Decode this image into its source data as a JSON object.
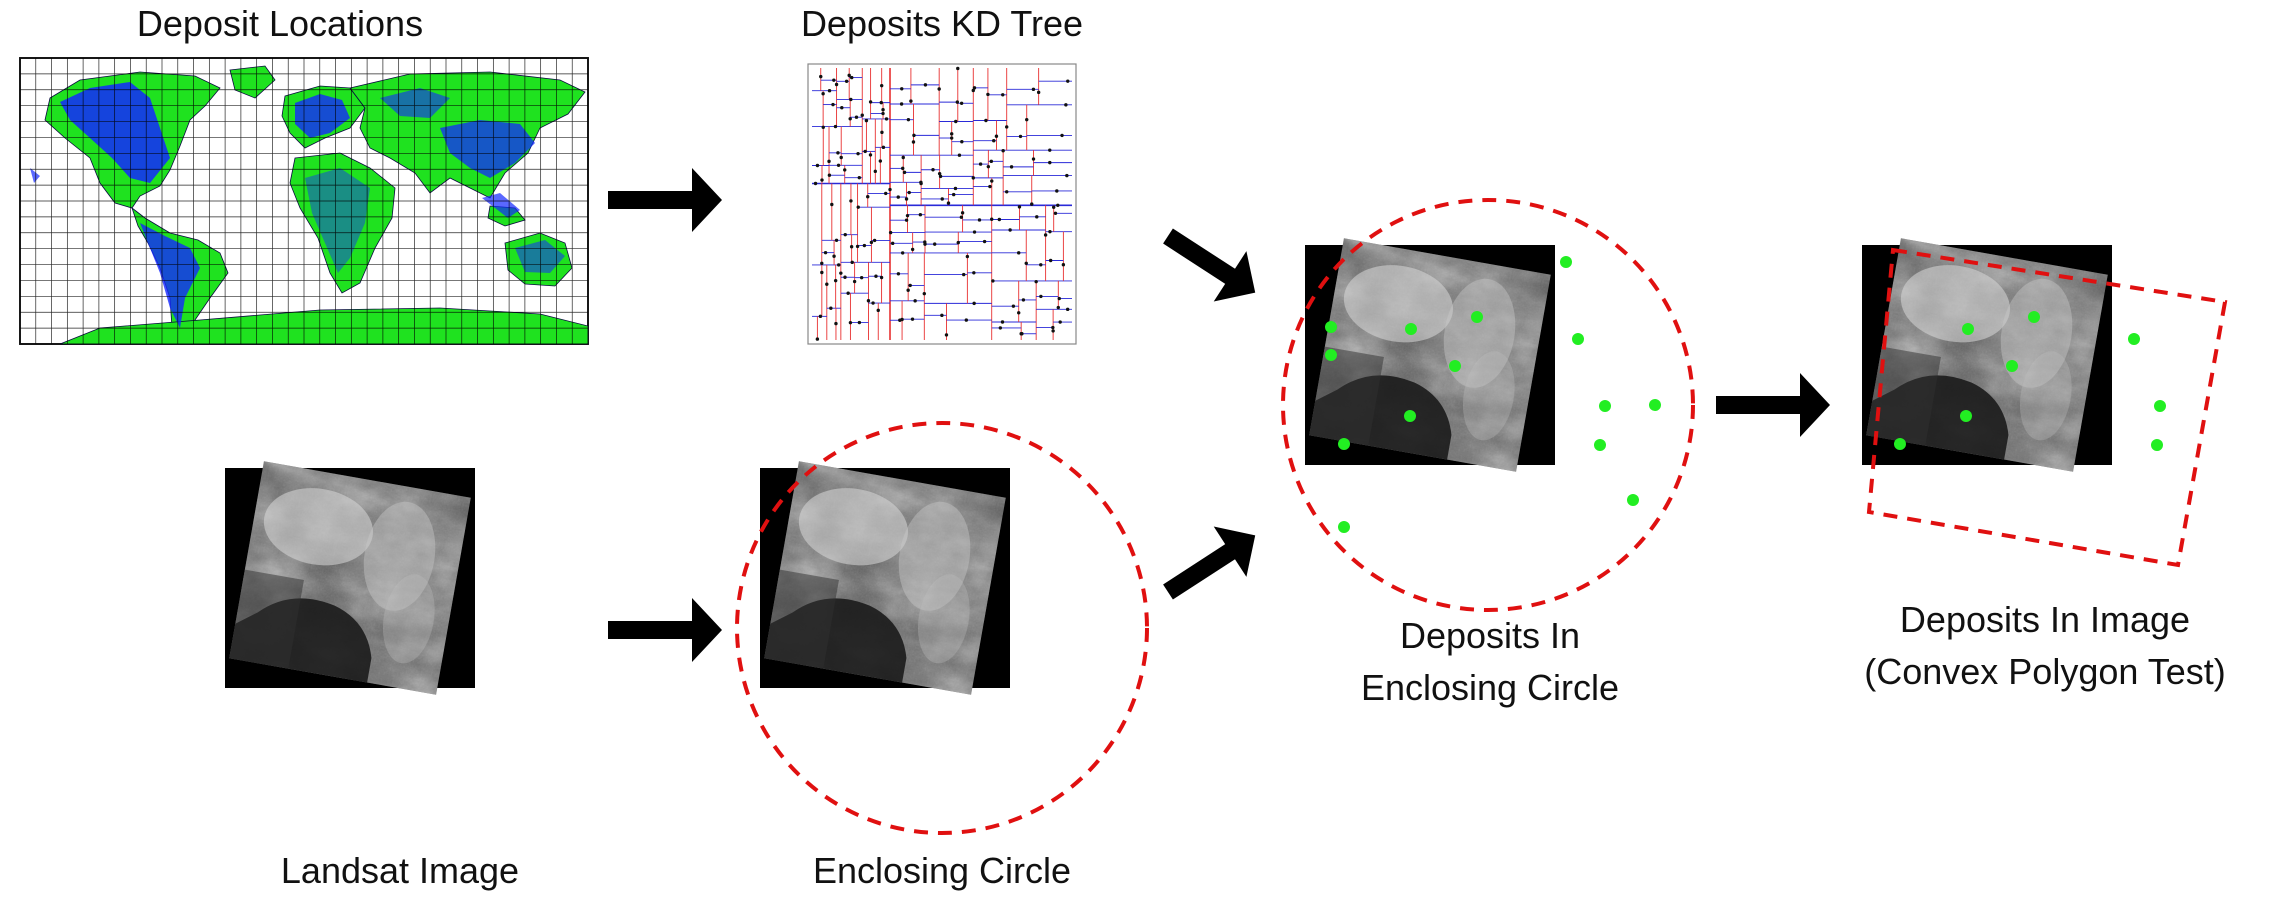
{
  "labels": {
    "deposit_locations": "Deposit Locations",
    "kd_tree": "Deposits KD Tree",
    "landsat": "Landsat Image",
    "enclosing_circle": "Enclosing Circle",
    "in_circle_line1": "Deposits In",
    "in_circle_line2": "Enclosing Circle",
    "in_image_line1": "Deposits In Image",
    "in_image_line2": "(Convex Polygon Test)"
  },
  "colors": {
    "land": "#1fe21f",
    "deposit": "#1428ff",
    "circle": "#e01010",
    "deposit_point": "#22ee22",
    "kd_split_vertical": "#e83030",
    "kd_split_horizontal": "#2a2ad8",
    "arrow": "#000000"
  },
  "icons": {
    "flow": "arrow-right-icon"
  }
}
